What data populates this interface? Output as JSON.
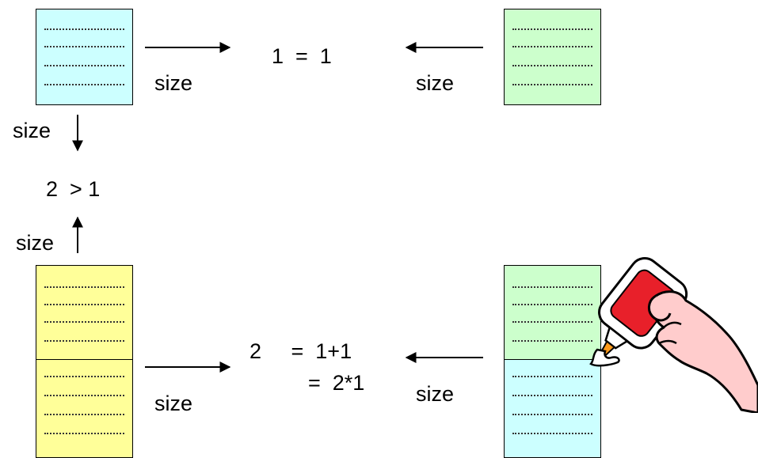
{
  "labels": {
    "size_top_left": "size",
    "size_top_right": "size",
    "size_left_down": "size",
    "size_left_up": "size",
    "size_bottom_left": "size",
    "size_bottom_right": "size"
  },
  "equations": {
    "top": "1  =  1",
    "middle": "2  > 1",
    "bottom_line1": "2     =  1+1",
    "bottom_line2": "=  2*1"
  },
  "colors": {
    "cyan_page": "#ccffff",
    "green_page": "#ccffcc",
    "yellow_page": "#ffff99",
    "glue_bottle": "#e8202a",
    "glue_nozzle": "#ff9a1a",
    "hand": "#ffcccc"
  },
  "icons": {
    "glue_hand": "hand-with-glue-bottle"
  }
}
